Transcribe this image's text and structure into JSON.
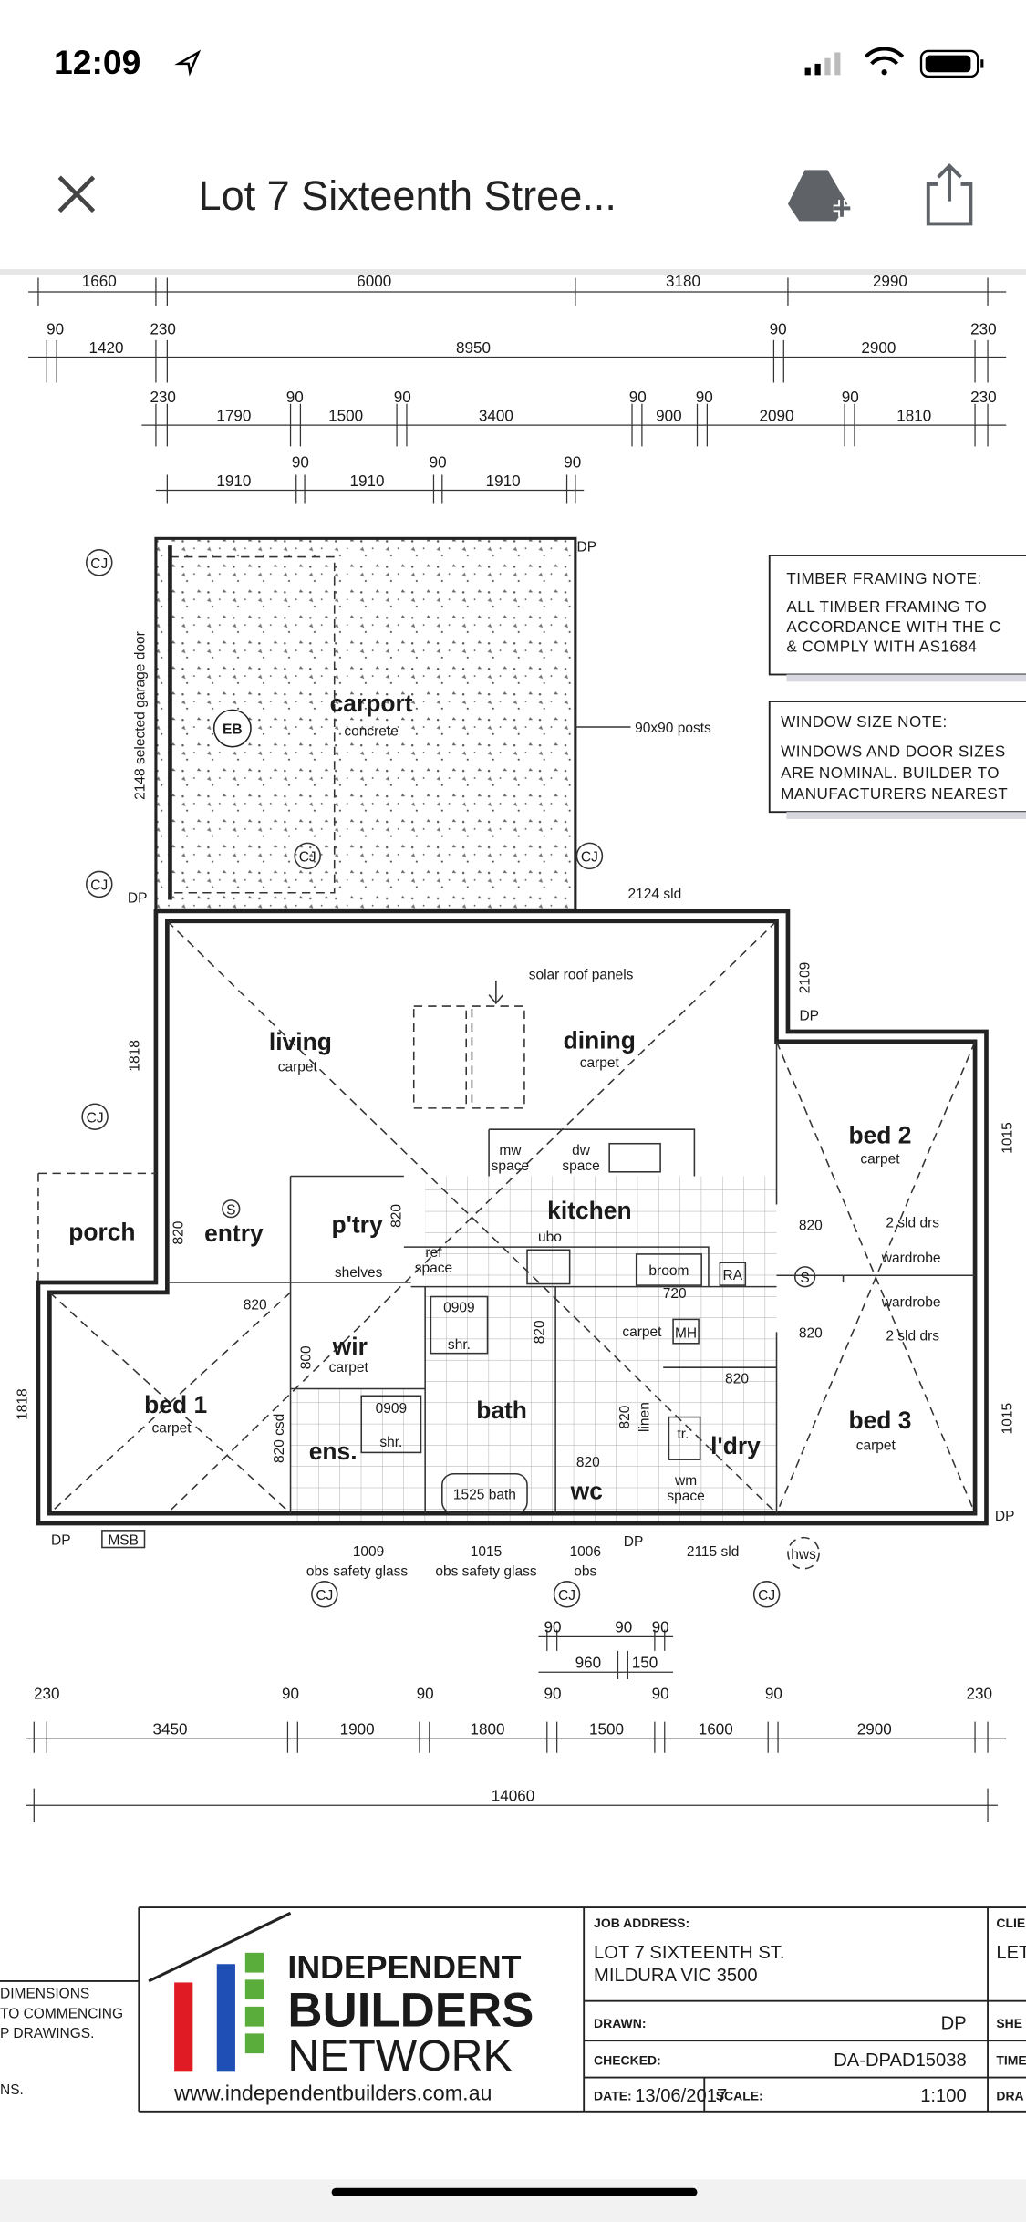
{
  "status_bar": {
    "time": "12:09"
  },
  "header": {
    "title": "Lot 7 Sixteenth Stree...",
    "close_icon": "close-icon",
    "drive_icon": "add-to-drive-icon",
    "share_icon": "share-icon"
  },
  "dims": {
    "row1": [
      "1660",
      "6000",
      "3180",
      "2990"
    ],
    "row2": [
      "90",
      "1420",
      "230",
      "8950",
      "90",
      "2900",
      "230"
    ],
    "row3": [
      "230",
      "1790",
      "90",
      "1500",
      "90",
      "3400",
      "90",
      "900",
      "90",
      "2090",
      "90",
      "1810",
      "230"
    ],
    "row4": [
      "1910",
      "90",
      "1910",
      "90",
      "1910",
      "90"
    ],
    "bottom1": [
      "90",
      "90",
      "90"
    ],
    "bottom2": [
      "960",
      "150"
    ],
    "bottom3": [
      "230",
      "90",
      "90",
      "90",
      "90",
      "90",
      "230"
    ],
    "bottom4": [
      "3450",
      "1900",
      "1800",
      "1500",
      "1600",
      "2900"
    ],
    "total": "14060"
  },
  "plan": {
    "carport": "carport",
    "concrete": "concrete",
    "eb": "EB",
    "cj": "CJ",
    "dp": "DP",
    "msb": "MSB",
    "hws": "hws",
    "garage_door": "2148 selected garage door",
    "posts": "90x90 posts",
    "living": "living",
    "dining": "dining",
    "carpet": "carpet",
    "solar": "solar roof panels",
    "kitchen": "kitchen",
    "mw": "mw",
    "dw": "dw",
    "space": "space",
    "ref": "ref",
    "ubo": "ubo",
    "pantry": "p'try",
    "shelves": "shelves",
    "porch": "porch",
    "entry": "entry",
    "s": "S",
    "bed1": "bed 1",
    "bed2": "bed 2",
    "bed3": "bed 3",
    "wir": "wir",
    "ens": "ens.",
    "bath": "bath",
    "bath_tub": "1525 bath",
    "wc": "wc",
    "laundry": "l'dry",
    "linen": "linen",
    "tr": "tr.",
    "wm": "wm",
    "broom": "broom",
    "mh": "MH",
    "ra": "RA",
    "wardrobe": "wardrobe",
    "sld_drs": "2 sld drs",
    "csd": "820 csd",
    "shr": "shr.",
    "shower_size": "0909",
    "d820": "820",
    "d720": "720",
    "d800": "800",
    "w2124": "2124 sld",
    "w2109": "2109",
    "w1818": "1818",
    "w1015": "1015",
    "w1009": "1009",
    "w1015b": "1015",
    "w1006": "1006",
    "w2115": "2115 sld",
    "obs_safety": "obs safety glass",
    "obs": "obs"
  },
  "notes": {
    "timber_title": "TIMBER FRAMING NOTE:",
    "timber_lines": [
      "ALL TIMBER FRAMING TO",
      "ACCORDANCE WITH THE C",
      "& COMPLY WITH AS1684"
    ],
    "window_title": "WINDOW SIZE NOTE:",
    "window_lines": [
      "WINDOWS AND DOOR SIZES",
      "ARE NOMINAL. BUILDER TO",
      "MANUFACTURERS NEAREST"
    ]
  },
  "title_block": {
    "left_lines": [
      "DIMENSIONS",
      "TO COMMENCING",
      "P DRAWINGS.",
      "NS."
    ],
    "logo": [
      "INDEPENDENT",
      "BUILDERS",
      "NETWORK"
    ],
    "website": "www.independentbuilders.com.au",
    "job_address_label": "JOB ADDRESS:",
    "job_address": [
      "LOT 7 SIXTEENTH ST.",
      "MILDURA VIC 3500"
    ],
    "client_label": "CLIE",
    "client_value": "LET",
    "drawn_label": "DRAWN:",
    "drawn": "DP",
    "checked_label": "CHECKED:",
    "checked": "DA-DPAD15038",
    "date_label": "DATE:",
    "date": "13/06/2017",
    "scale_label": "SCALE:",
    "scale": "1:100",
    "sheet_label": "SHE",
    "time_label": "TIME",
    "draw_label": "DRA"
  }
}
